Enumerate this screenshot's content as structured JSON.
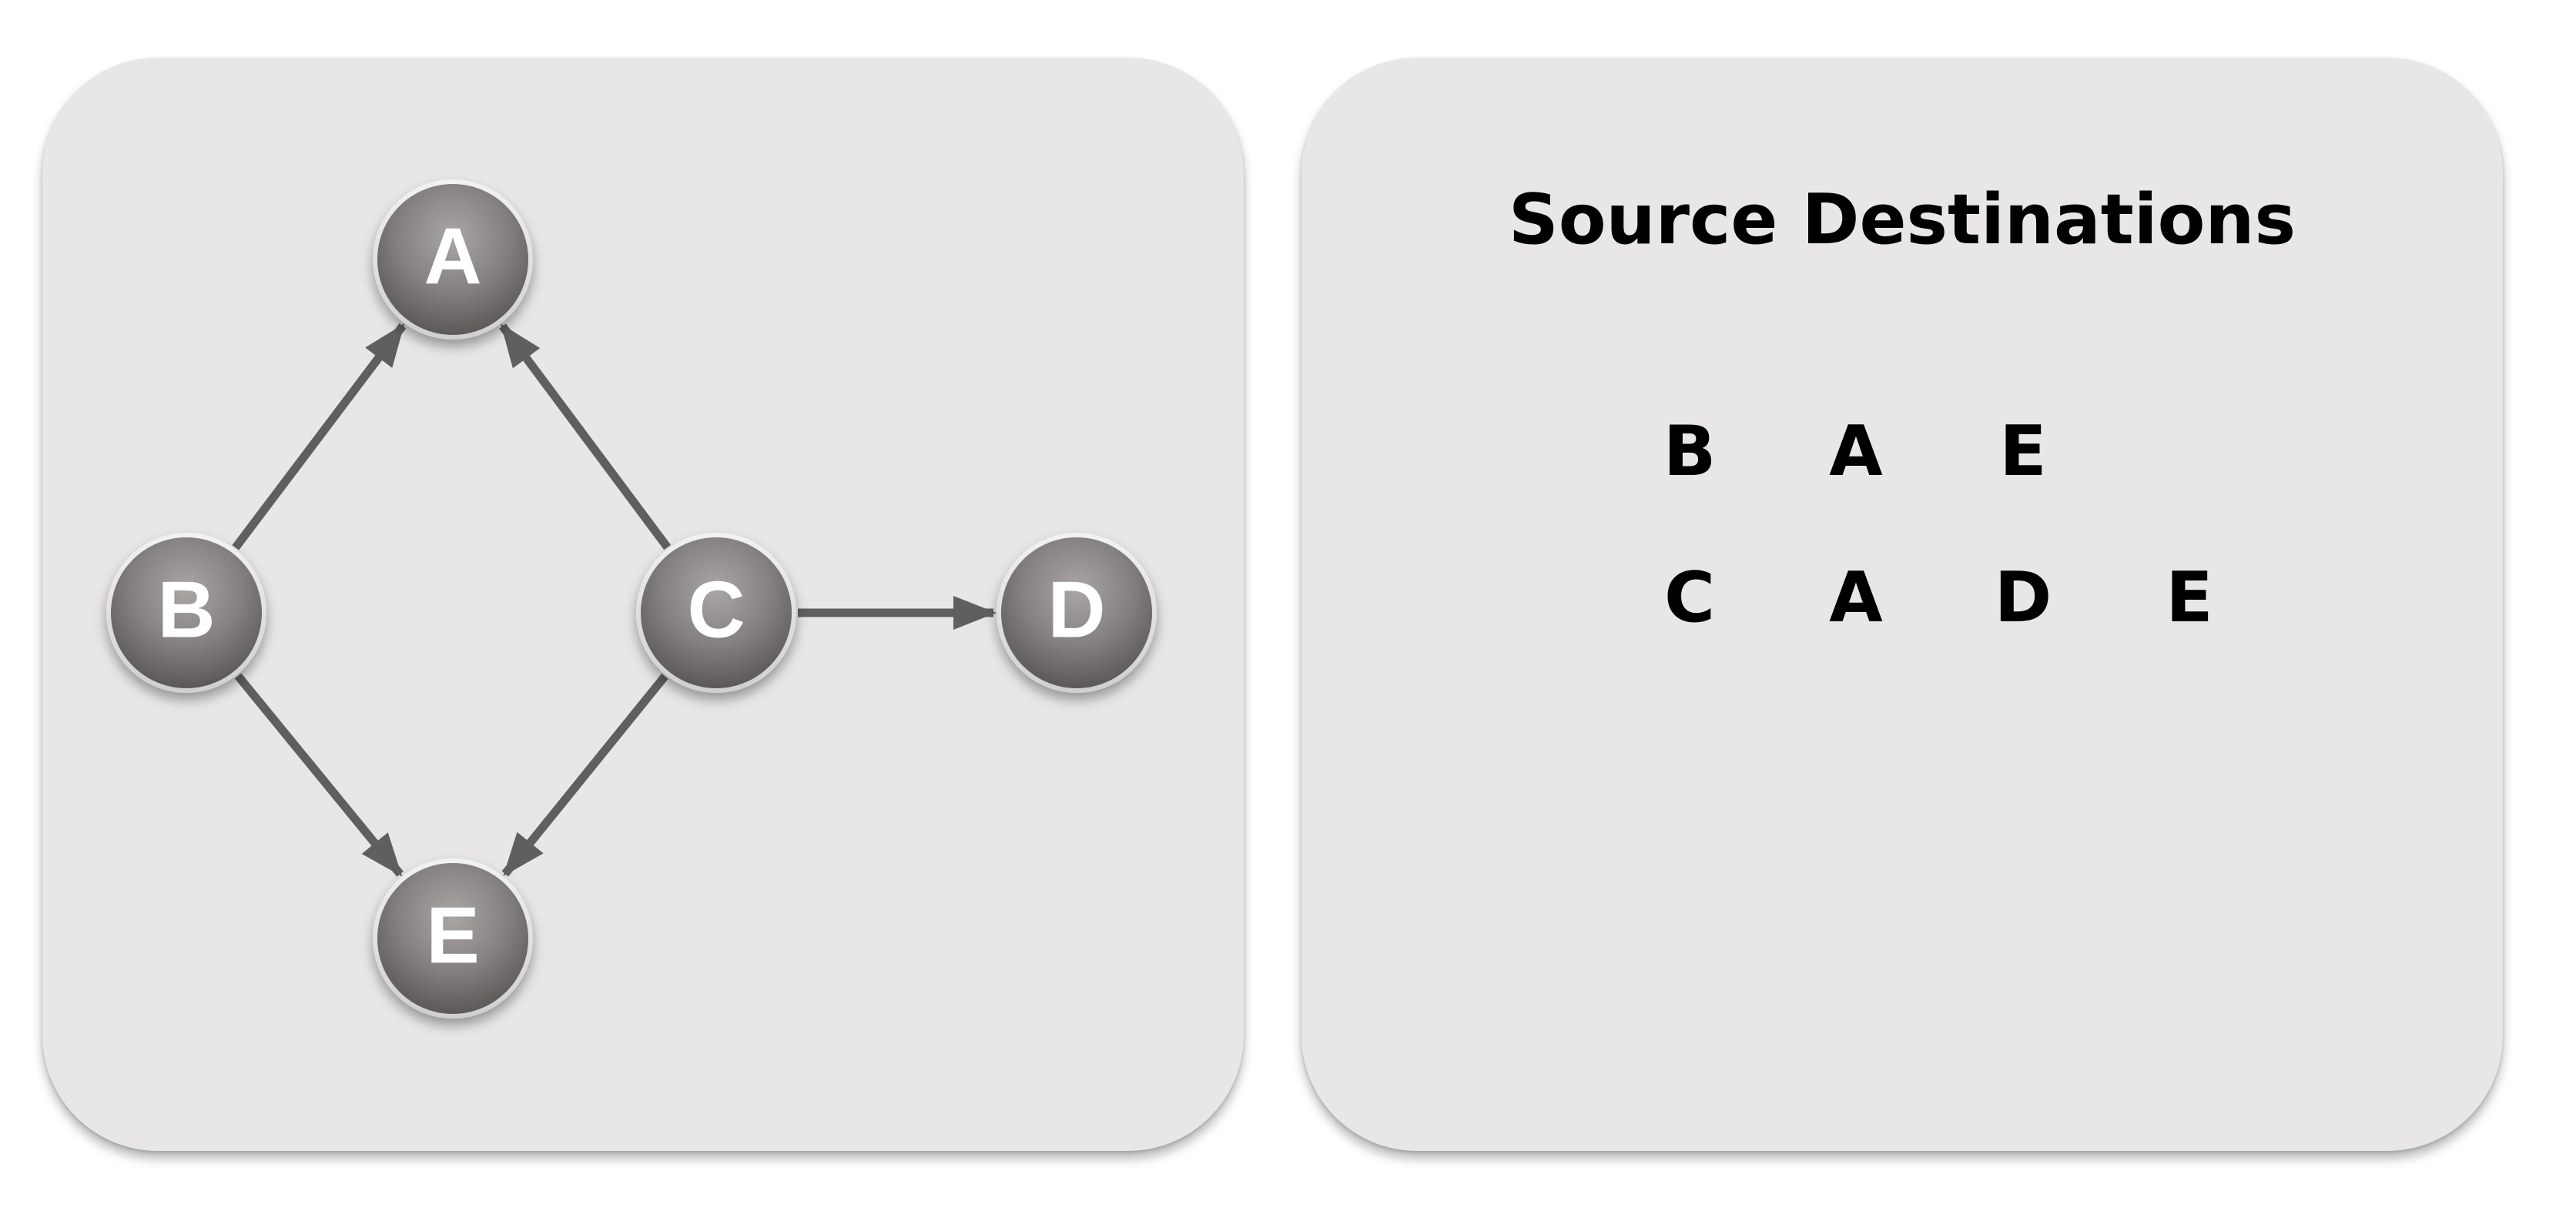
{
  "graph": {
    "nodes": [
      {
        "id": "A",
        "label": "A"
      },
      {
        "id": "B",
        "label": "B"
      },
      {
        "id": "C",
        "label": "C"
      },
      {
        "id": "D",
        "label": "D"
      },
      {
        "id": "E",
        "label": "E"
      }
    ],
    "edges": [
      {
        "from": "B",
        "to": "A"
      },
      {
        "from": "B",
        "to": "E"
      },
      {
        "from": "C",
        "to": "A"
      },
      {
        "from": "C",
        "to": "D"
      },
      {
        "from": "C",
        "to": "E"
      }
    ],
    "node_color": "#7e7a79",
    "edge_color": "#5f5f5f",
    "label_color": "#ffffff"
  },
  "table": {
    "title": "Source Destinations",
    "rows": [
      {
        "source": "B",
        "destinations": [
          "A",
          "E"
        ]
      },
      {
        "source": "C",
        "destinations": [
          "A",
          "D",
          "E"
        ]
      }
    ]
  },
  "colors": {
    "panel_background": "#e8e6e7",
    "page_background": "#ffffff"
  }
}
